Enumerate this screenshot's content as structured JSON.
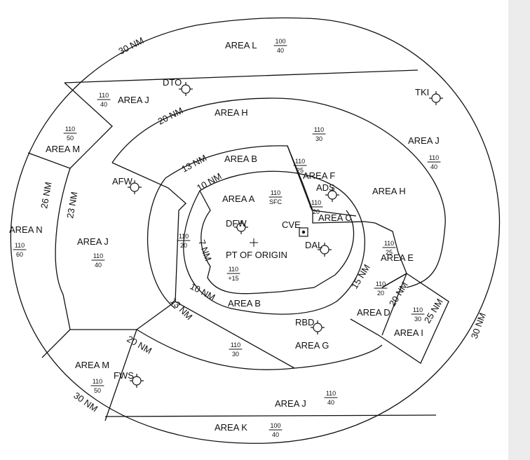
{
  "areas": [
    {
      "id": "area-l",
      "name": "AREA L",
      "top": "100",
      "bottom": "40"
    },
    {
      "id": "area-j-nw",
      "name": "AREA J",
      "top": "110",
      "bottom": "40"
    },
    {
      "id": "area-h-top",
      "name": "AREA H",
      "top": "110",
      "bottom": "30"
    },
    {
      "id": "area-j-east",
      "name": "AREA J",
      "top": "110",
      "bottom": "40"
    },
    {
      "id": "area-m-nw",
      "name": "AREA M",
      "top": "110",
      "bottom": "50"
    },
    {
      "id": "area-b-top",
      "name": "AREA B"
    },
    {
      "id": "area-f",
      "name": "AREA F",
      "top": "110",
      "bottom": "25"
    },
    {
      "id": "area-h-small",
      "name": "AREA H"
    },
    {
      "id": "area-a",
      "name": "AREA A",
      "top": "110",
      "bottom": "SFC"
    },
    {
      "id": "area-c",
      "name": "AREA C",
      "top": "110",
      "bottom": "20"
    },
    {
      "id": "area-n",
      "name": "AREA N",
      "top": "110",
      "bottom": "60"
    },
    {
      "id": "area-j-west",
      "name": "AREA J",
      "top": "110",
      "bottom": "40"
    },
    {
      "id": "ring-b-west",
      "top": "110",
      "bottom": "20"
    },
    {
      "id": "area-e",
      "name": "AREA E",
      "top": "110",
      "bottom": "25"
    },
    {
      "id": "area-j-inner",
      "top": "110",
      "bottom": "+15"
    },
    {
      "id": "area-d",
      "name": "AREA D",
      "top": "110",
      "bottom": "20"
    },
    {
      "id": "area-i",
      "name": "AREA I",
      "top": "110",
      "bottom": "30"
    },
    {
      "id": "area-b-bottom",
      "name": "AREA B"
    },
    {
      "id": "area-g",
      "name": "AREA G",
      "top": "110",
      "bottom": "30"
    },
    {
      "id": "area-m-sw",
      "name": "AREA M",
      "top": "110",
      "bottom": "50"
    },
    {
      "id": "area-j-south",
      "name": "AREA J",
      "top": "110",
      "bottom": "40"
    },
    {
      "id": "area-k",
      "name": "AREA K",
      "top": "100",
      "bottom": "40"
    }
  ],
  "navaids": [
    {
      "id": "dto",
      "name": "DTO",
      "type": "vor"
    },
    {
      "id": "tki",
      "name": "TKI",
      "type": "vor"
    },
    {
      "id": "afw",
      "name": "AFW",
      "type": "vor"
    },
    {
      "id": "ads",
      "name": "ADS",
      "type": "vor"
    },
    {
      "id": "dfw",
      "name": "DFW",
      "type": "vor"
    },
    {
      "id": "cve",
      "name": "CVE",
      "type": "box"
    },
    {
      "id": "dal",
      "name": "DAL",
      "type": "vor"
    },
    {
      "id": "rbd",
      "name": "RBD",
      "type": "vor"
    },
    {
      "id": "fws",
      "name": "FWS",
      "type": "vor"
    }
  ],
  "origin": {
    "label": "PT OF ORIGIN"
  },
  "distance_labels": [
    {
      "id": "nm30-nw",
      "text": "30 NM"
    },
    {
      "id": "nm20-top",
      "text": "20 NM"
    },
    {
      "id": "nm13-top",
      "text": "13 NM"
    },
    {
      "id": "nm10-top",
      "text": "10 NM"
    },
    {
      "id": "nm26",
      "text": "26 NM"
    },
    {
      "id": "nm23",
      "text": "23 NM"
    },
    {
      "id": "nm7",
      "text": "7 NM"
    },
    {
      "id": "nm10-bottom",
      "text": "10 NM"
    },
    {
      "id": "nm13-bottom",
      "text": "13 NM"
    },
    {
      "id": "nm20-sw",
      "text": "20 NM"
    },
    {
      "id": "nm30-sw",
      "text": "30 NM"
    },
    {
      "id": "nm15-e",
      "text": "15 NM"
    },
    {
      "id": "nm20-e",
      "text": "20 NM"
    },
    {
      "id": "nm25-e",
      "text": "25 NM"
    },
    {
      "id": "nm30-e",
      "text": "30 NM"
    }
  ]
}
